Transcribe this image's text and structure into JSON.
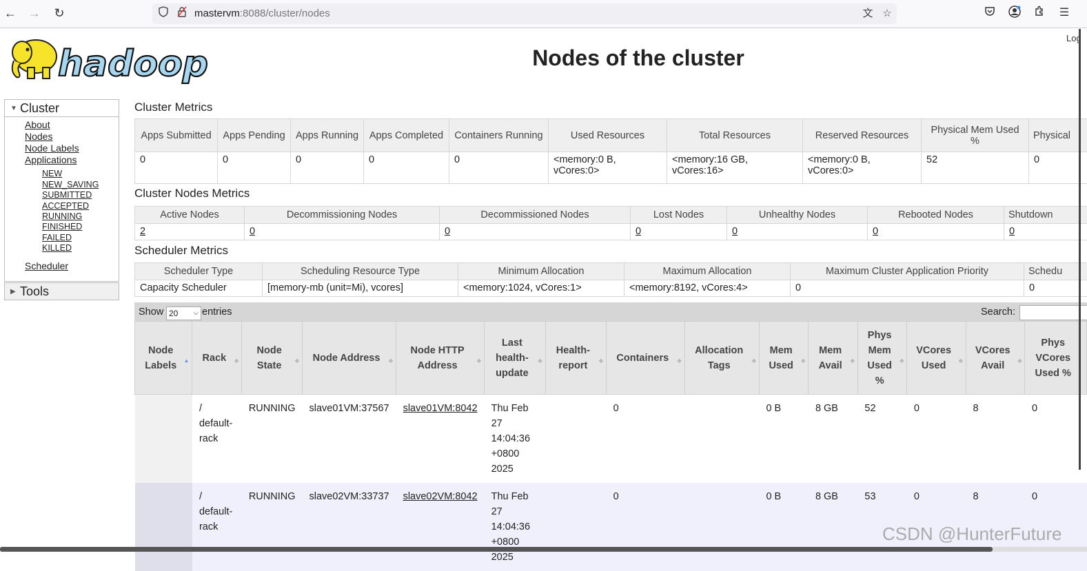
{
  "browser": {
    "url_host": "mastervm",
    "url_rest": ":8088/cluster/nodes"
  },
  "page": {
    "title": "Nodes of the cluster",
    "logo_text": "hadoop",
    "login_text": "Log"
  },
  "sidebar": {
    "cluster_label": "Cluster",
    "links": [
      "About",
      "Nodes",
      "Node Labels",
      "Applications"
    ],
    "app_states": [
      "NEW",
      "NEW_SAVING",
      "SUBMITTED",
      "ACCEPTED",
      "RUNNING",
      "FINISHED",
      "FAILED",
      "KILLED"
    ],
    "scheduler_label": "Scheduler",
    "tools_label": "Tools"
  },
  "cluster_metrics": {
    "title": "Cluster Metrics",
    "headers": [
      "Apps Submitted",
      "Apps Pending",
      "Apps Running",
      "Apps Completed",
      "Containers Running",
      "Used Resources",
      "Total Resources",
      "Reserved Resources",
      "Physical Mem Used %",
      "Physical"
    ],
    "values": [
      "0",
      "0",
      "0",
      "0",
      "0",
      "<memory:0 B, vCores:0>",
      "<memory:16 GB, vCores:16>",
      "<memory:0 B, vCores:0>",
      "52",
      "0"
    ]
  },
  "cluster_nodes_metrics": {
    "title": "Cluster Nodes Metrics",
    "headers": [
      "Active Nodes",
      "Decommissioning Nodes",
      "Decommissioned Nodes",
      "Lost Nodes",
      "Unhealthy Nodes",
      "Rebooted Nodes",
      "Shutdown"
    ],
    "values": [
      "2",
      "0",
      "0",
      "0",
      "0",
      "0",
      "0"
    ]
  },
  "scheduler_metrics": {
    "title": "Scheduler Metrics",
    "headers": [
      "Scheduler Type",
      "Scheduling Resource Type",
      "Minimum Allocation",
      "Maximum Allocation",
      "Maximum Cluster Application Priority",
      "Schedu"
    ],
    "values": [
      "Capacity Scheduler",
      "[memory-mb (unit=Mi), vcores]",
      "<memory:1024, vCores:1>",
      "<memory:8192, vCores:4>",
      "0",
      "0"
    ]
  },
  "datatable": {
    "show_label": "Show",
    "page_size": "20",
    "entries_label": "entries",
    "search_label": "Search:",
    "search_value": ""
  },
  "nodes_table": {
    "headers": [
      "Node Labels",
      "Rack",
      "Node State",
      "Node Address",
      "Node HTTP Address",
      "Last health-update",
      "Health-report",
      "Containers",
      "Allocation Tags",
      "Mem Used",
      "Mem Avail",
      "Phys Mem Used %",
      "VCores Used",
      "VCores Avail",
      "Phys VCores Used %"
    ],
    "rows": [
      [
        "",
        "/ default-rack",
        "RUNNING",
        "slave01VM:37567",
        "slave01VM:8042",
        "Thu Feb 27 14:04:36 +0800 2025",
        "",
        "0",
        "",
        "0 B",
        "8 GB",
        "52",
        "0",
        "8",
        "0"
      ],
      [
        "",
        "/ default-rack",
        "RUNNING",
        "slave02VM:33737",
        "slave02VM:8042",
        "Thu Feb 27 14:04:36 +0800 2025",
        "",
        "0",
        "",
        "0 B",
        "8 GB",
        "53",
        "0",
        "8",
        "0"
      ]
    ]
  },
  "watermark": "CSDN @HunterFuture"
}
